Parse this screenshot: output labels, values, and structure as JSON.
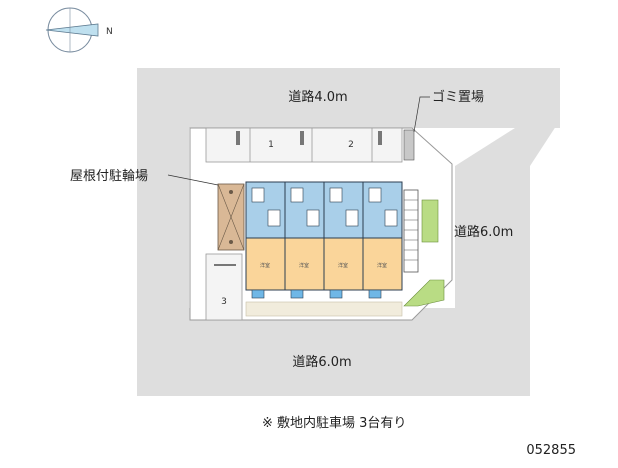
{
  "roads": {
    "top": "道路4.0m",
    "right": "道路6.0m",
    "bottom": "道路6.0m"
  },
  "facilities": {
    "garbage": "ゴミ置場",
    "bicycle": "屋根付駐輪場"
  },
  "parking": {
    "spaces": [
      "1",
      "2",
      "3"
    ]
  },
  "units": {
    "room_label": "洋室"
  },
  "compass": {
    "north": "N"
  },
  "note": "※ 敷地内駐車場 3台有り",
  "property_id": "052855"
}
